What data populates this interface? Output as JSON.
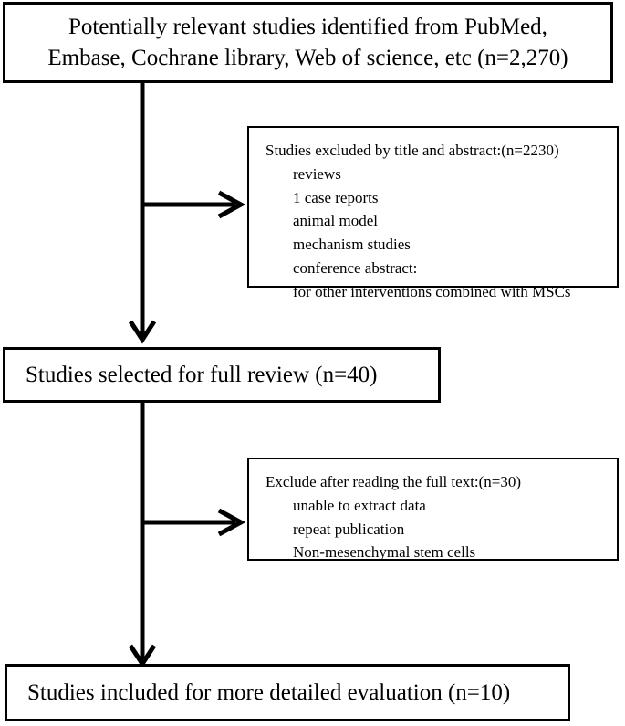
{
  "diagram": {
    "title": "Study selection flow diagram",
    "line_color": "#000000",
    "box_border_color": "#000000",
    "background_color": "#ffffff",
    "boxes": {
      "identified": {
        "line1": "Potentially relevant studies identified from PubMed,",
        "line2": "Embase, Cochrane library, Web of science, etc (n=2,270)"
      },
      "excluded_title_abstract": {
        "header": "Studies excluded by title and abstract:(n=2230)",
        "items": [
          "reviews",
          "1 case reports",
          "animal model",
          "mechanism studies",
          "conference abstract:",
          "for other interventions combined with MSCs"
        ]
      },
      "full_review": {
        "line1": "Studies selected for full review (n=40)"
      },
      "excluded_full_text": {
        "header": "Exclude after reading the full text:(n=30)",
        "items": [
          "unable to extract data",
          "repeat publication",
          "Non-mesenchymal stem cells"
        ]
      },
      "included": {
        "line1": "Studies included for more detailed evaluation (n=10)"
      }
    }
  }
}
